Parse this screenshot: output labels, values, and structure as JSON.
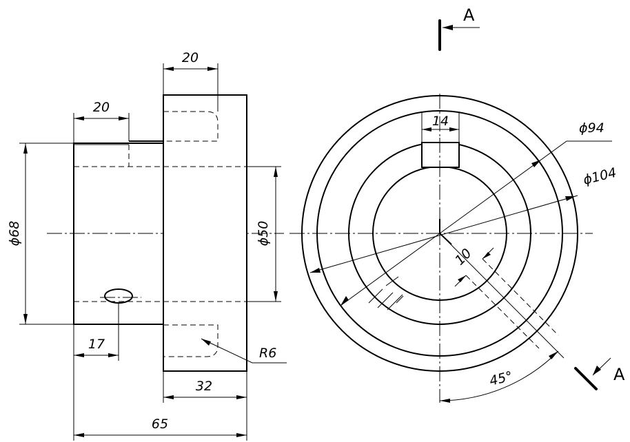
{
  "front_view": {
    "dim_flange_width": "20",
    "dim_neck_width": "20",
    "dim_outer_dia": "ϕ68",
    "dim_bore_dia": "ϕ50",
    "dim_hole_pos": "17",
    "dim_body_width": "32",
    "dim_total_length": "65",
    "dim_radius": "R6"
  },
  "side_view": {
    "dim_keyway_width": "14",
    "dim_dia_94": "ϕ94",
    "dim_dia_104": "ϕ104",
    "dim_slot_width": "10",
    "dim_angle": "45°"
  },
  "section": {
    "label_top": "A",
    "label_bottom": "A"
  }
}
